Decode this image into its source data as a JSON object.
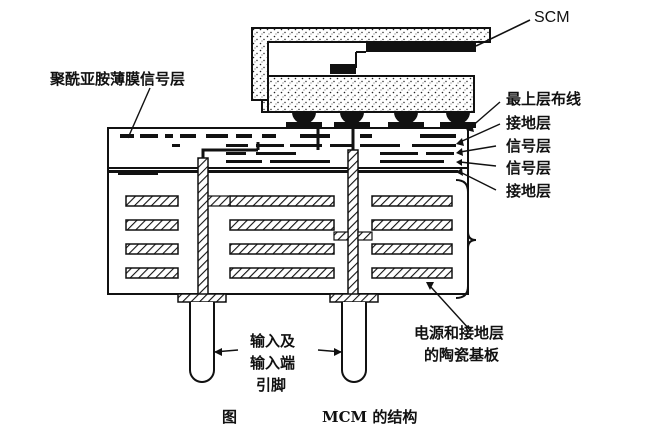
{
  "labels": {
    "scm": "SCM",
    "polyimide_signal": "聚酰亚胺薄膜信号层",
    "top_wiring": "最上层布线",
    "ground_1": "接地层",
    "signal_1": "信号层",
    "signal_2": "信号层",
    "ground_2": "接地层",
    "ceramic_line1": "电源和接地层",
    "ceramic_line2": "的陶瓷基板",
    "pins_line1": "输入及",
    "pins_line2": "输入端",
    "pins_line3": "引脚"
  },
  "caption": {
    "prefix": "图",
    "title": "MCM 的结构"
  }
}
